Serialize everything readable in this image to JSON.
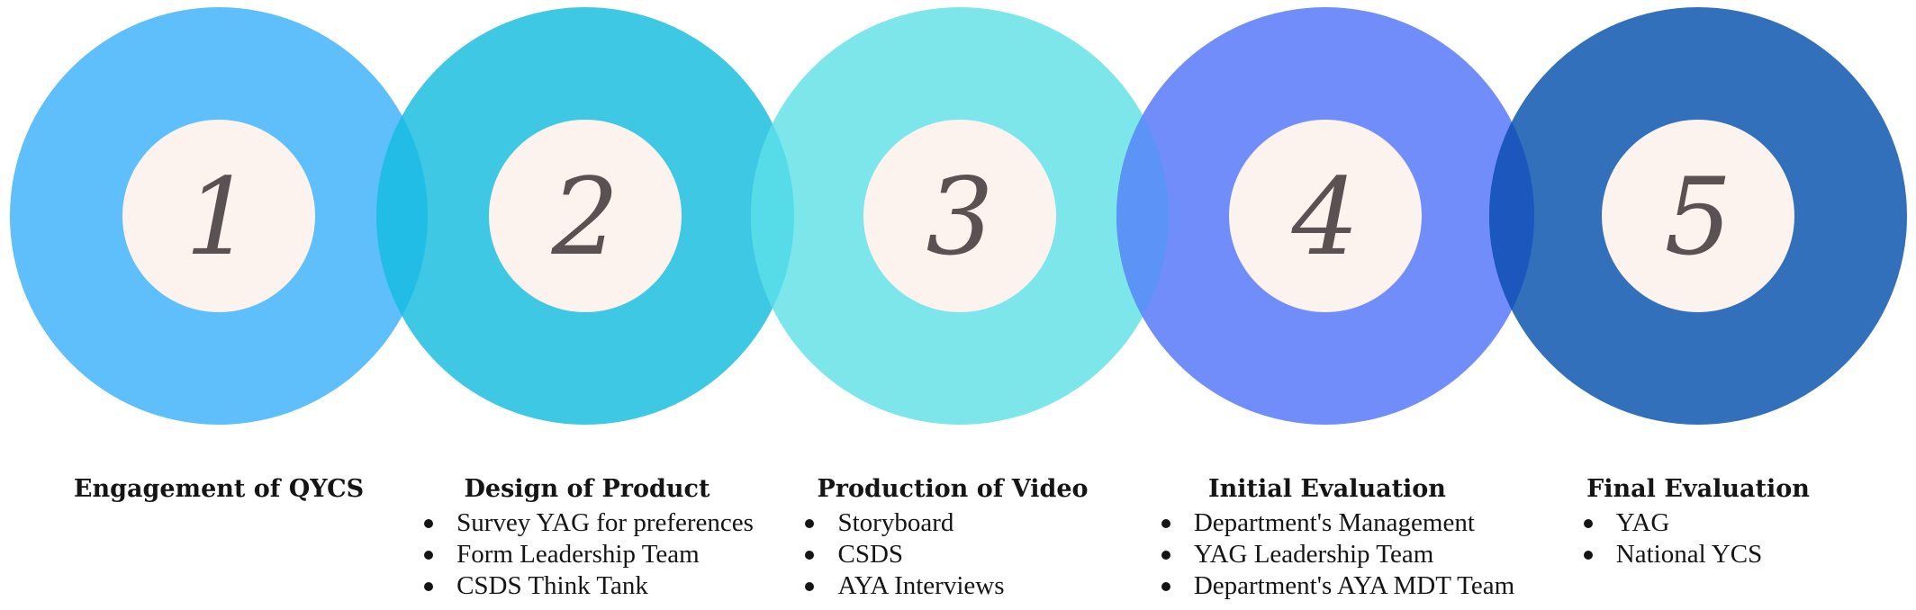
{
  "stages": [
    {
      "number": "1",
      "title": "Engagement of QYCS",
      "items": [],
      "color": "#5fbffb"
    },
    {
      "number": "2",
      "title": "Design of Product",
      "items": [
        "Survey YAG for preferences",
        "Form  Leadership Team",
        "CSDS Think Tank"
      ],
      "color": "#3ec8e4"
    },
    {
      "number": "3",
      "title": "Production of Video",
      "items": [
        "Storyboard",
        "CSDS",
        "AYA Interviews"
      ],
      "color": "#7ce6ea"
    },
    {
      "number": "4",
      "title": "Initial Evaluation",
      "items": [
        "Department's Management",
        "YAG Leadership Team",
        "Department's AYA MDT Team"
      ],
      "color": "#708df9"
    },
    {
      "number": "5",
      "title": "Final Evaluation",
      "items": [
        "YAG",
        "National YCS"
      ],
      "color": "#3270bb"
    }
  ],
  "overlap_colors": [
    "#21bde6",
    "#56dbe9",
    "#5c93f7",
    "#1b57bd"
  ],
  "inner_circle_color": "#fcf3ef",
  "number_color": "#5a5252"
}
